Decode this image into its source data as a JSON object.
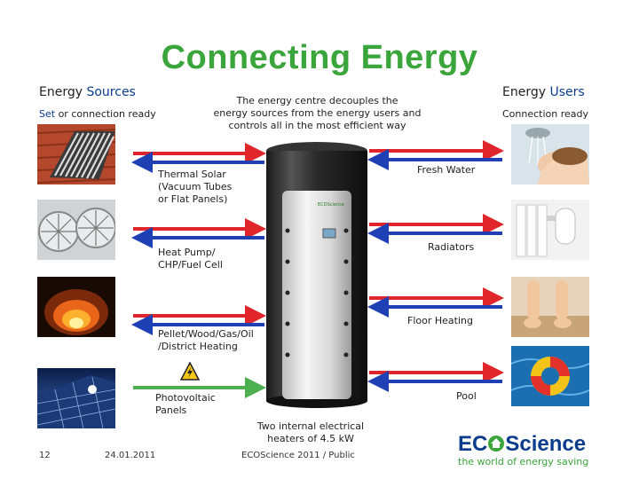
{
  "title": "Connecting Energy",
  "sources": {
    "header_prefix": "Energy ",
    "header_word": "Sources",
    "sub_prefix": "Set",
    "sub_rest": " or connection ready",
    "items": [
      {
        "label": "Thermal Solar\n(Vacuum Tubes\nor Flat Panels)",
        "photo": "solar-collector"
      },
      {
        "label": "Heat Pump/\nCHP/Fuel Cell",
        "photo": "heat-pump-fans"
      },
      {
        "label": "Pellet/Wood/Gas/Oil\n/District Heating",
        "photo": "fire"
      },
      {
        "label": "Photovoltaic\nPanels",
        "photo": "pv-panels"
      }
    ]
  },
  "users": {
    "header_prefix": "Energy ",
    "header_word": "Users",
    "sub": "Connection ready",
    "items": [
      {
        "label": "Fresh Water",
        "photo": "shower"
      },
      {
        "label": "Radiators",
        "photo": "radiator"
      },
      {
        "label": "Floor Heating",
        "photo": "feet-on-floor"
      },
      {
        "label": "Pool",
        "photo": "pool-ring"
      }
    ]
  },
  "description": "The energy centre decouples the\nenergy sources from the energy users and\ncontrols all in the most efficient way",
  "tank_brand": "ECOScience",
  "heaters_note": "Two internal electrical\nheaters of 4.5 kW",
  "footer": {
    "page": "12",
    "date": "24.01.2011",
    "center": "ECOScience 2011 / Public"
  },
  "logo": {
    "text_eco": "EC",
    "text_science": "Science",
    "tagline": "the world of energy saving"
  },
  "colors": {
    "title_green": "#3aa53a",
    "arrow_red": "#e0262b",
    "arrow_blue": "#1f3fb5",
    "arrow_green": "#4caf50",
    "brand_blue": "#0b3c8c"
  }
}
